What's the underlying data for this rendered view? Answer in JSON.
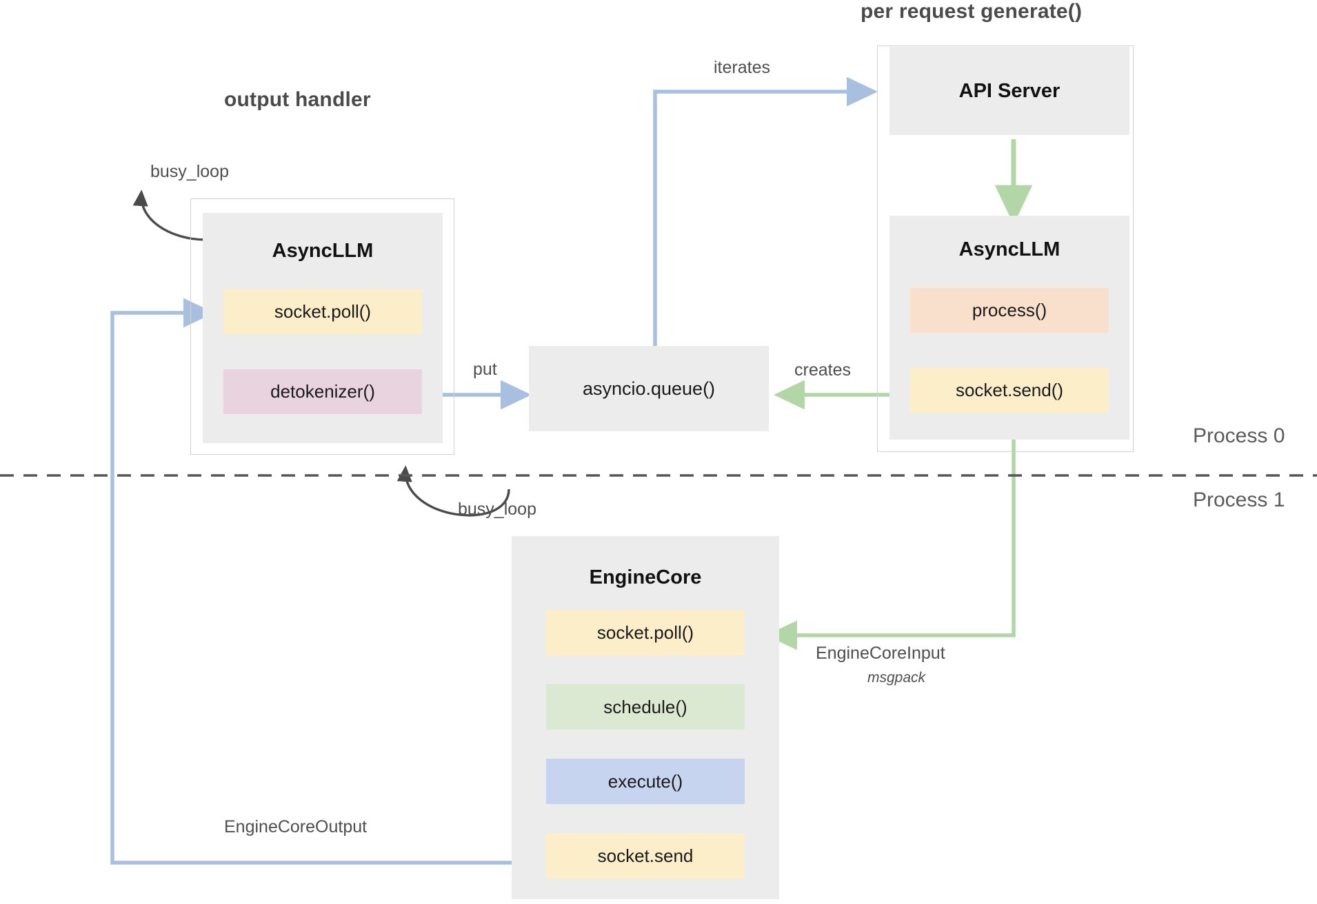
{
  "diagram": {
    "title_output_handler": "output handler",
    "title_per_request": "per request generate()",
    "process_labels": {
      "top": "Process 0",
      "bottom": "Process 1"
    },
    "colors": {
      "yellow": "#fbeec9",
      "pink": "#e8d3de",
      "orange": "#f8e0cd",
      "green": "#dbe9d3",
      "blue": "#c6d4f0",
      "grey": "#ececec",
      "arrow_blue": "#a8c0e0",
      "arrow_green": "#b2d6a5",
      "arrow_dark": "#4a4a4a",
      "outline": "#d0d0d0"
    }
  },
  "nodes": {
    "async_llm_left": {
      "title": "AsyncLLM",
      "items": [
        {
          "label": "socket.poll()",
          "color": "yellow"
        },
        {
          "label": "detokenizer()",
          "color": "pink"
        }
      ]
    },
    "api_server": {
      "title": "API Server"
    },
    "async_llm_right": {
      "title": "AsyncLLM",
      "items": [
        {
          "label": "process()",
          "color": "orange"
        },
        {
          "label": "socket.send()",
          "color": "yellow"
        }
      ]
    },
    "queue": {
      "label": "asyncio.queue()"
    },
    "engine_core": {
      "title": "EngineCore",
      "items": [
        {
          "label": "socket.poll()",
          "color": "yellow"
        },
        {
          "label": "schedule()",
          "color": "green"
        },
        {
          "label": "execute()",
          "color": "blue"
        },
        {
          "label": "socket.send",
          "color": "yellow"
        }
      ]
    }
  },
  "edges": {
    "busy_loop_left": "busy_loop",
    "busy_loop_engine": "busy_loop",
    "put": "put",
    "iterates": "iterates",
    "creates": "creates",
    "engine_core_input": "EngineCoreInput",
    "engine_core_input_sub": "msgpack",
    "engine_core_output": "EngineCoreOutput"
  }
}
